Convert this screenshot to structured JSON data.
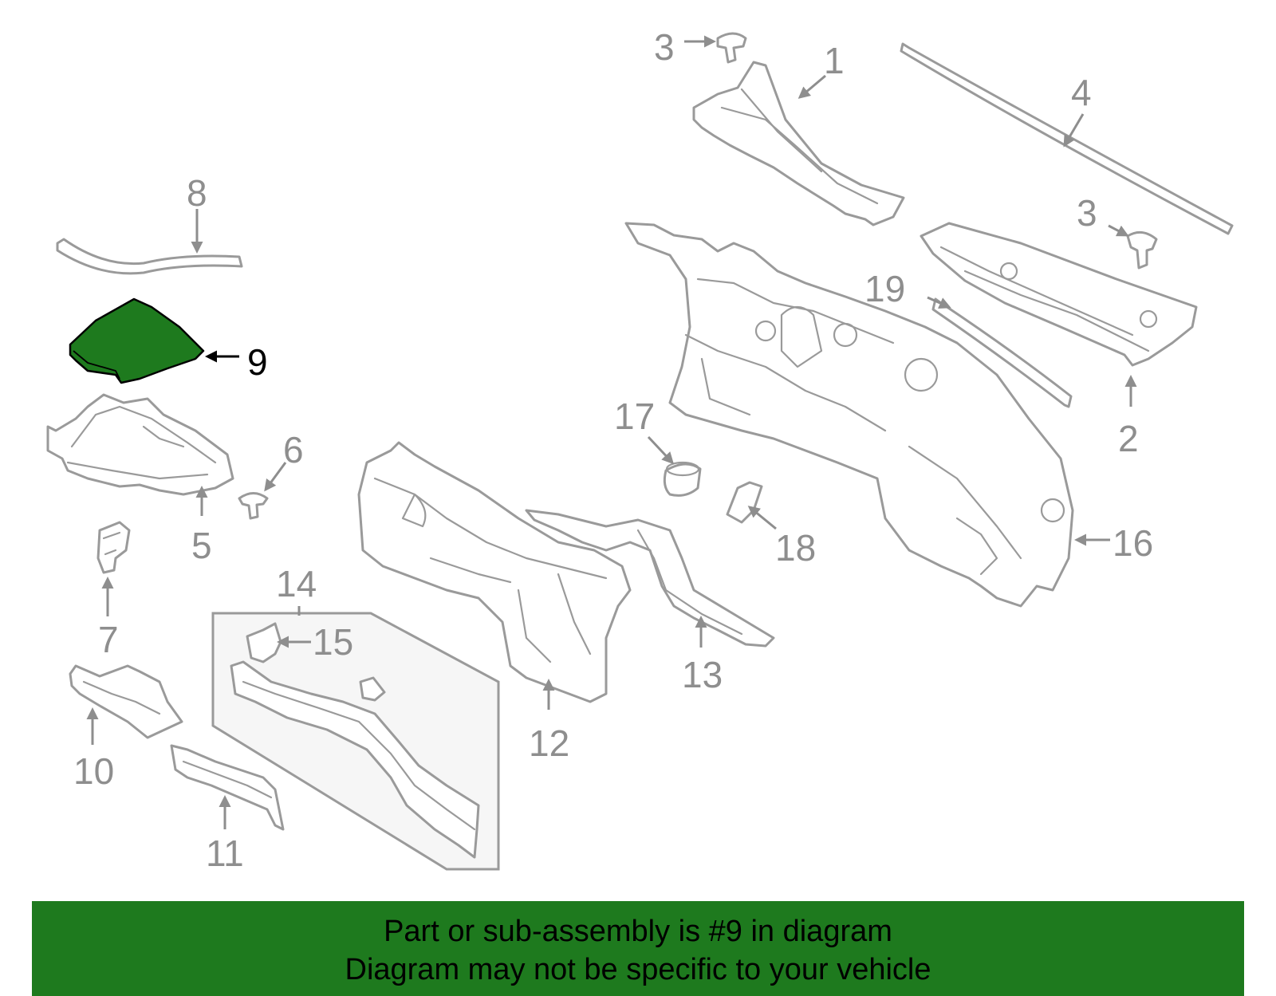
{
  "highlight_color": "#1e7a1e",
  "banner": {
    "line1": "Part or sub-assembly is #9 in diagram",
    "line2": "Diagram may not be specific to your vehicle"
  },
  "callouts": {
    "c1": "1",
    "c2": "2",
    "c3a": "3",
    "c3b": "3",
    "c4": "4",
    "c5": "5",
    "c6": "6",
    "c7": "7",
    "c8": "8",
    "c9": "9",
    "c10": "10",
    "c11": "11",
    "c12": "12",
    "c13": "13",
    "c14": "14",
    "c15": "15",
    "c16": "16",
    "c17": "17",
    "c18": "18",
    "c19": "19"
  }
}
